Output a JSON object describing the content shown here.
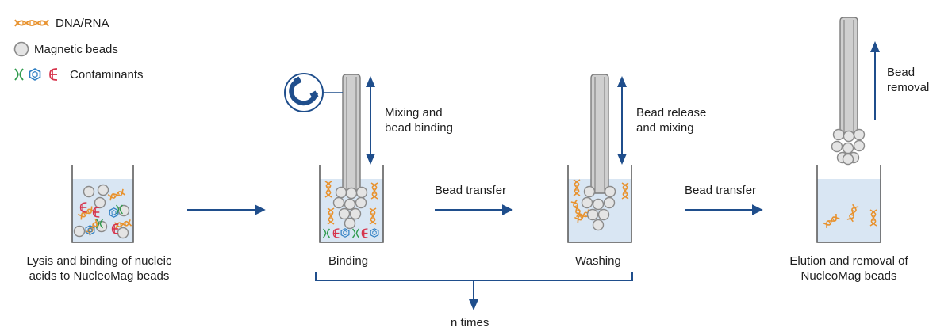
{
  "legend": {
    "dna": "DNA/RNA",
    "beads": "Magnetic beads",
    "contaminants": "Contaminants"
  },
  "steps": {
    "lysis": [
      "Lysis and binding of nucleic",
      "acids to NucleoMag beads"
    ],
    "binding": "Binding",
    "washing": "Washing",
    "elution": [
      "Elution and removal of",
      "NucleoMag beads"
    ]
  },
  "actions": {
    "mixing": [
      "Mixing and",
      "bead binding"
    ],
    "release": [
      "Bead release",
      "and mixing"
    ],
    "removal": [
      "Bead",
      "removal"
    ],
    "transfer1": "Bead transfer",
    "transfer2": "Bead transfer",
    "repeat": "n times"
  },
  "colors": {
    "arrow": "#1f4e8c",
    "dna": "#e8922e",
    "liquid": "#d9e6f3",
    "bead_fill": "#e4e4e4",
    "bead_stroke": "#8a8a8a",
    "rod_fill": "#cfcfcf",
    "contaminant_green": "#2e9a4c",
    "contaminant_blue": "#2f7fc3",
    "contaminant_red": "#d6334b"
  },
  "icons": [
    "dna-icon",
    "bead-icon",
    "contaminant-icon",
    "magnet-icon"
  ]
}
